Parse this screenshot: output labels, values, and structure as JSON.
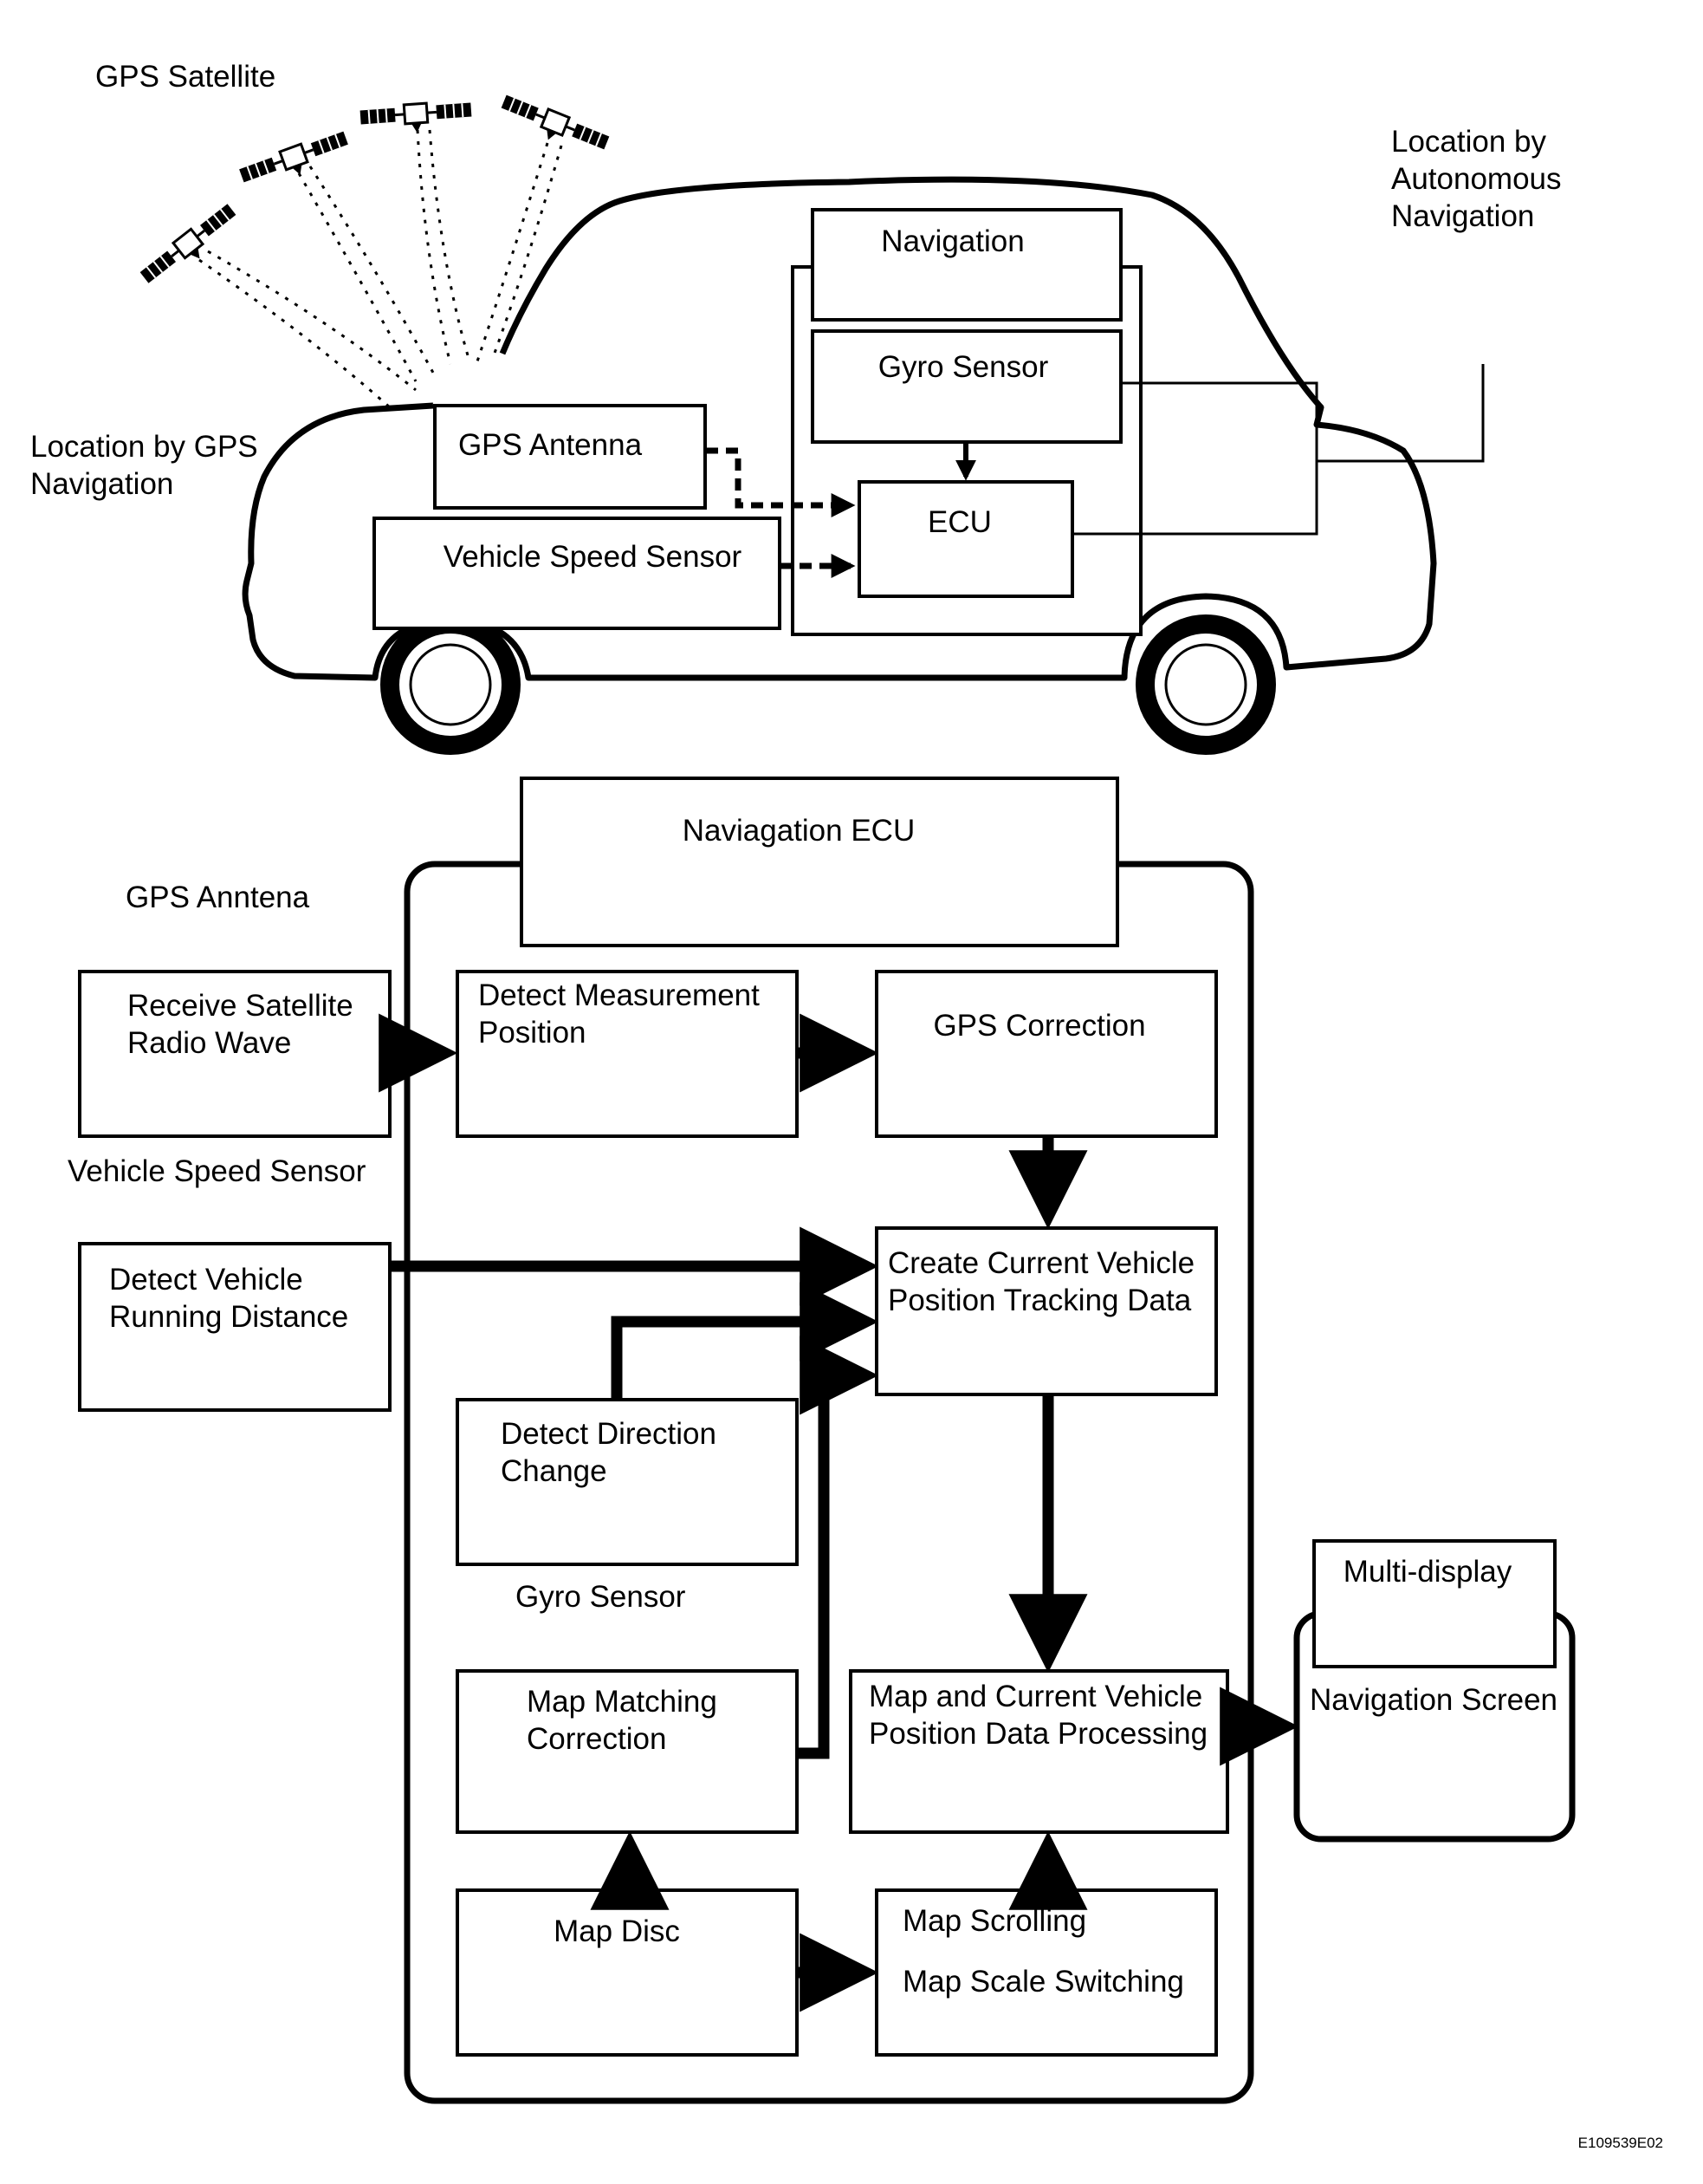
{
  "car_diagram": {
    "gps_satellite": "GPS Satellite",
    "location_by_gps": [
      "Location by GPS",
      "Navigation"
    ],
    "location_by_autonomous": [
      "Location by",
      "Autonomous",
      "Navigation"
    ],
    "navigation": "Navigation",
    "gyro_sensor": "Gyro Sensor",
    "gps_antenna": "GPS Antenna",
    "ecu": "ECU",
    "vehicle_speed_sensor": "Vehicle Speed Sensor"
  },
  "flow_diagram": {
    "ecu_title": "Naviagation ECU",
    "gps_antenna_label": "GPS Anntena",
    "receive_satellite": [
      "Receive Satellite",
      "Radio Wave"
    ],
    "detect_measurement": [
      "Detect Measurement",
      "Position"
    ],
    "gps_correction": "GPS Correction",
    "vehicle_speed_sensor_label": "Vehicle Speed Sensor",
    "detect_running_distance": [
      "Detect Vehicle",
      "Running Distance"
    ],
    "create_tracking": [
      "Create Current Vehicle",
      "Position Tracking Data"
    ],
    "detect_direction": [
      "Detect Direction",
      "Change"
    ],
    "gyro_sensor_label": "Gyro Sensor",
    "map_matching": [
      "Map Matching",
      "Correction"
    ],
    "map_processing": [
      "Map and Current Vehicle",
      "Position Data Processing"
    ],
    "map_disc": "Map Disc",
    "map_scrolling": "Map Scrolling",
    "map_scale": "Map Scale Switching",
    "multi_display": "Multi-display",
    "navigation_screen": "Navigation Screen"
  },
  "figure_code": "E109539E02"
}
